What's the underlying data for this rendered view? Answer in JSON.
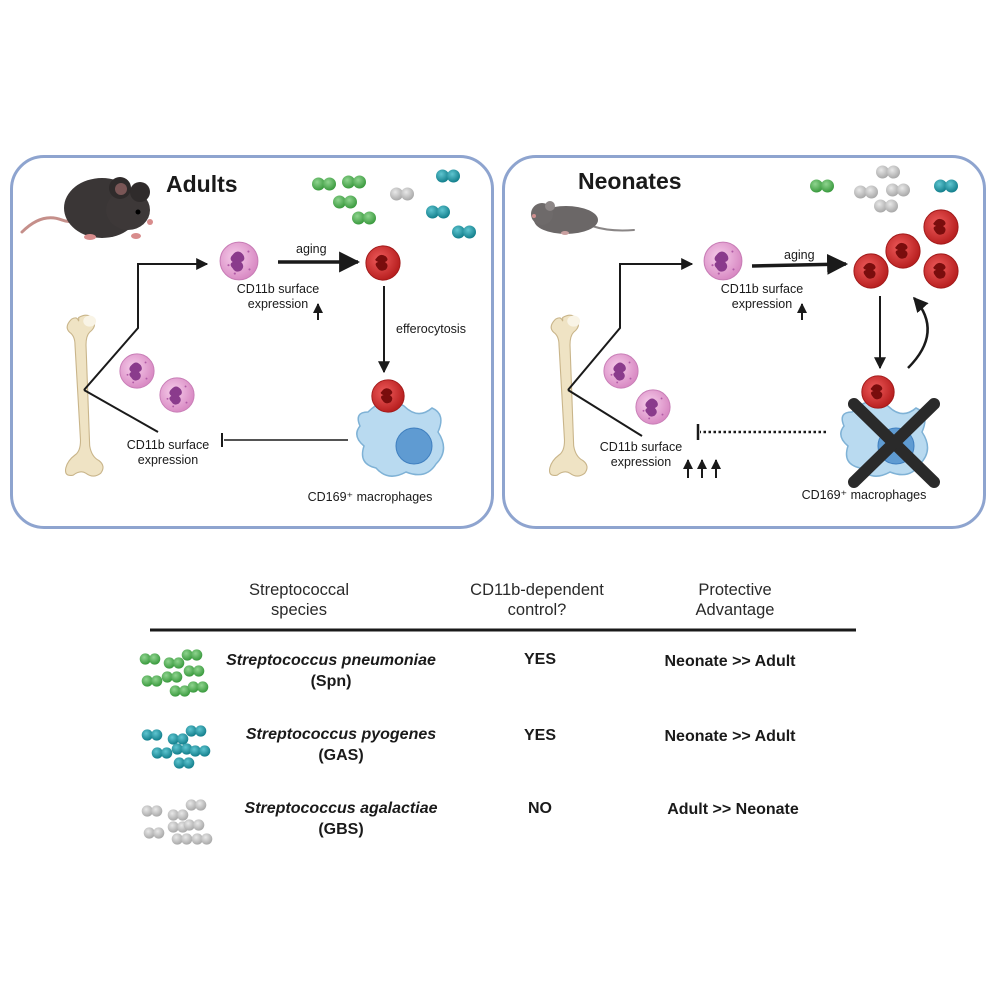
{
  "adults": {
    "title": "Adults",
    "aging_label": "aging",
    "cd11b_top": "CD11b surface expression",
    "efferocytosis_label": "efferocytosis",
    "cd11b_bottom": "CD11b surface expression",
    "macrophages_label": "CD169⁺ macrophages"
  },
  "neonates": {
    "title": "Neonates",
    "aging_label": "aging",
    "cd11b_top": "CD11b surface expression",
    "cd11b_bottom": "CD11b surface expression",
    "macrophages_label": "CD169⁺ macrophages"
  },
  "table": {
    "headers": [
      "Streptococcal species",
      "CD11b-dependent control?",
      "Protective Advantage"
    ],
    "rows": [
      {
        "species": "Streptococcus pneumoniae",
        "abbr": "(Spn)",
        "control": "YES",
        "advantage": "Neonate >> Adult",
        "color": "#4caf50"
      },
      {
        "species": "Streptococcus pyogenes",
        "abbr": "(GAS)",
        "control": "YES",
        "advantage": "Neonate >> Adult",
        "color": "#1a9aa8"
      },
      {
        "species": "Streptococcus agalactiae",
        "abbr": "(GBS)",
        "control": "NO",
        "advantage": "Adult >> Neonate",
        "color": "#bdbdbd"
      }
    ]
  },
  "colors": {
    "panel_border": "#8ea4cf",
    "neutrophil_young": "#e8a3d4",
    "neutrophil_aged": "#d83a3a",
    "macrophage": "#b9daf0",
    "spn": "#4caf50",
    "gas": "#1a9aa8",
    "gbs": "#bdbdbd"
  }
}
